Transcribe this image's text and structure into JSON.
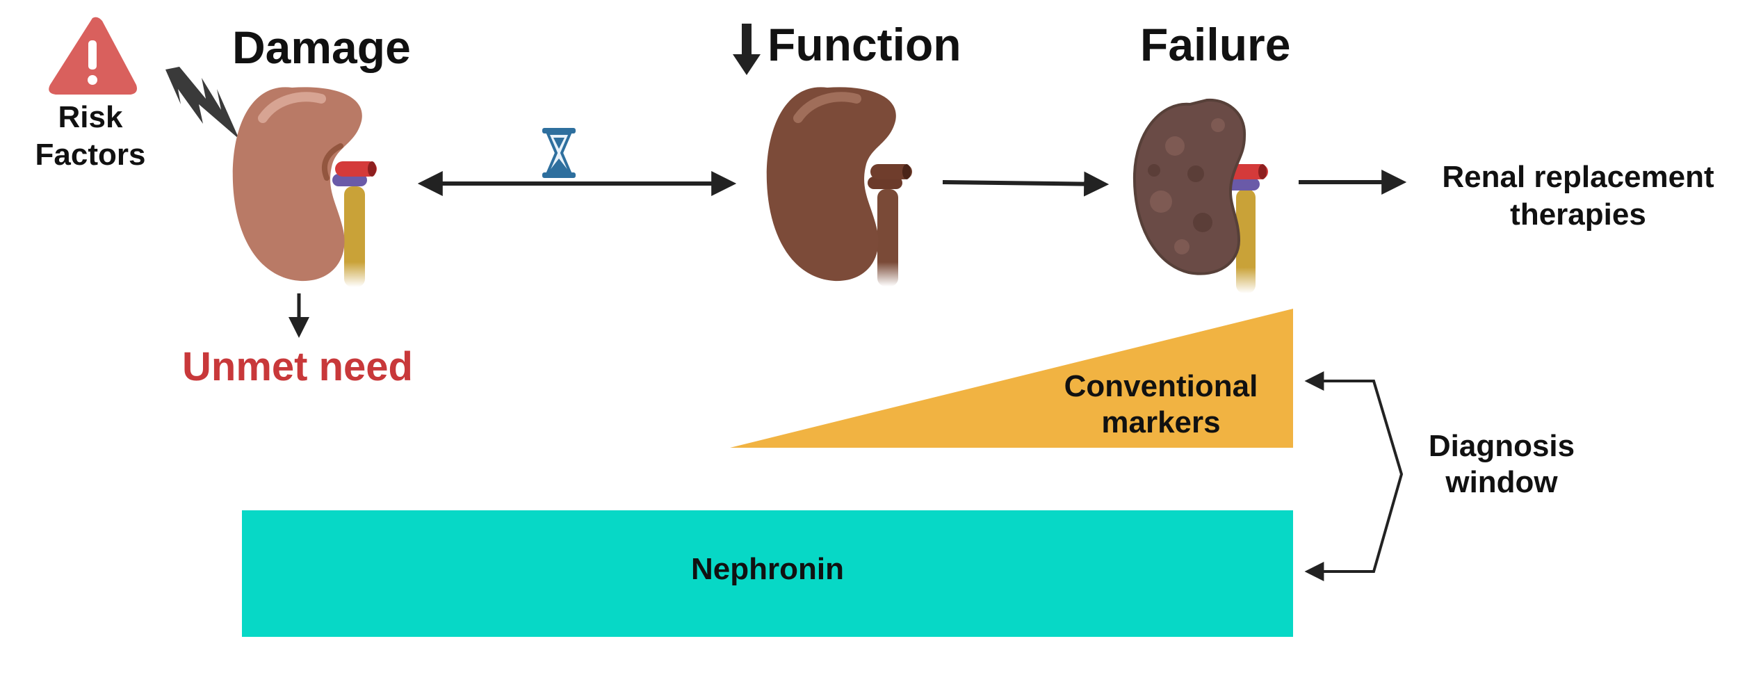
{
  "stages": {
    "damage": "Damage",
    "function": "Function",
    "failure": "Failure"
  },
  "risk_factors": {
    "line1": "Risk",
    "line2": "Factors"
  },
  "unmet_need": "Unmet need",
  "renal_replacement": {
    "line1": "Renal replacement",
    "line2": "therapies"
  },
  "conventional_markers": {
    "line1": "Conventional",
    "line2": "markers"
  },
  "diagnosis_window": {
    "line1": "Diagnosis",
    "line2": "window"
  },
  "nephronin": "Nephronin",
  "colors": {
    "warning": "#d9605d",
    "unmet": "#c8383a",
    "conventional": "#f1b342",
    "nephronin": "#07d8c6",
    "kidney_healthy": "#b97a66",
    "kidney_reduced": "#7c4b39",
    "kidney_failed": "#6a4b46",
    "artery": "#d43a3a",
    "vein": "#6a5aa8",
    "ureter": "#c9a238",
    "arrow": "#222222"
  },
  "icons": [
    "warning-triangle-icon",
    "lightning-icon",
    "hourglass-icon",
    "down-arrow-icon",
    "kidney-icon"
  ]
}
